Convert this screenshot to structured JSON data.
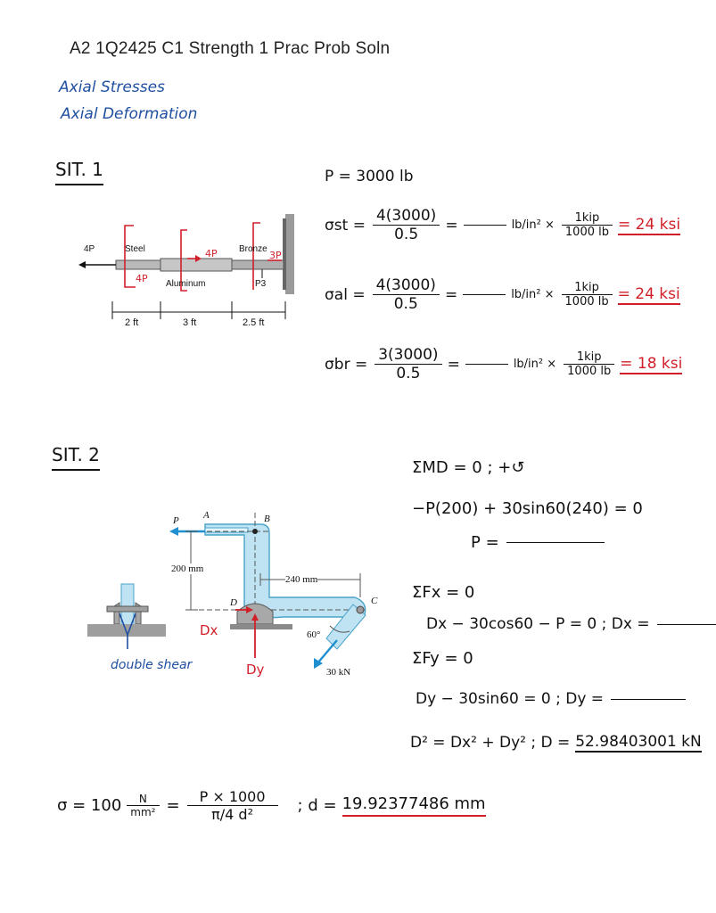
{
  "header": {
    "title": "A2 1Q2425 C1 Strength 1 Prac Prob Soln"
  },
  "topics": [
    "Axial Stresses",
    "Axial Deformation"
  ],
  "sit1": {
    "label": "SIT. 1",
    "figure": {
      "load_left": "4P",
      "steel": "Steel",
      "aluminum": "Aluminum",
      "bronze": "Bronze",
      "p3": "P3",
      "fbd_4p": "4P",
      "fbd_3p": "3P",
      "dims": [
        "2 ft",
        "3 ft",
        "2.5 ft"
      ]
    },
    "given": "P = 3000 lb",
    "rows": [
      {
        "sym": "σst =",
        "num": "4(3000)",
        "den": "0.5",
        "units": "lb/in²  ×",
        "conv_num": "1kip",
        "conv_den": "1000 lb",
        "result": "= 24 ksi"
      },
      {
        "sym": "σal =",
        "num": "4(3000)",
        "den": "0.5",
        "units": "lb/in²  ×",
        "conv_num": "1kip",
        "conv_den": "1000 lb",
        "result": "= 24 ksi"
      },
      {
        "sym": "σbr =",
        "num": "3(3000)",
        "den": "0.5",
        "units": "lb/in²  ×",
        "conv_num": "1kip",
        "conv_den": "1000 lb",
        "result": "= 18 ksi"
      }
    ]
  },
  "sit2": {
    "label": "SIT. 2",
    "figure": {
      "p": "P",
      "a": "A",
      "b": "B",
      "c": "C",
      "d": "D",
      "dim200": "200 mm",
      "dim240": "240 mm",
      "angle": "60°",
      "force": "30 kN",
      "dx": "Dx",
      "dy": "Dy",
      "double_shear": "double shear"
    },
    "eq1": "ΣMD = 0 ; +↺",
    "eq2": "−P(200) + 30sin60(240) = 0",
    "eq3": "P =",
    "eq4": "ΣFx = 0",
    "eq5": "Dx − 30cos60 − P = 0 ; Dx =",
    "eq6": "ΣFy = 0",
    "eq7": "Dy − 30sin60 = 0 ;  Dy =",
    "eq8_lhs": "D² = Dx² + Dy² ;  D =",
    "eq8_val": "52.98403001 kN",
    "stress_lhs": "σ = 100",
    "stress_unit_num": "N",
    "stress_unit_den": "mm²",
    "stress_num": "P × 1000",
    "stress_den": "π/4 d²",
    "d_lhs": "; d =",
    "d_val": "19.92377486 mm"
  }
}
